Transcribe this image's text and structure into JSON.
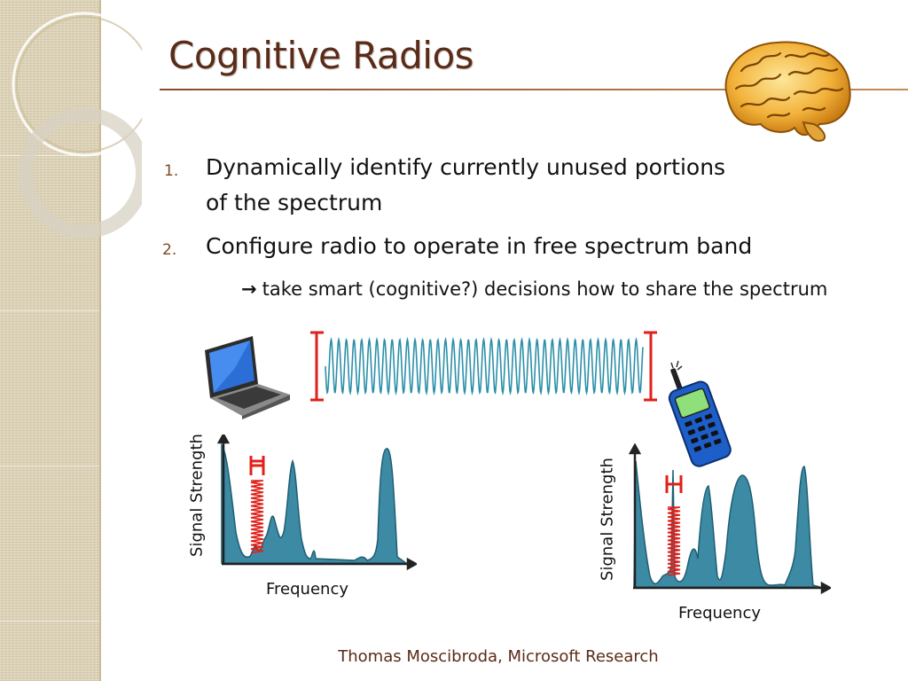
{
  "title": "Cognitive Radios",
  "items": [
    {
      "number": "1.",
      "text_line1": "Dynamically identify currently unused portions",
      "text_line2": "of the spectrum"
    },
    {
      "number": "2.",
      "text_line1": "Configure radio to operate in free spectrum band"
    }
  ],
  "sub_point": {
    "arrow": "→",
    "text": "take smart (cognitive?) decisions how to share the spectrum"
  },
  "left_plot": {
    "ylabel": "Signal Strength",
    "xlabel": "Frequency"
  },
  "right_plot": {
    "ylabel": "Signal Strength",
    "xlabel": "Frequency"
  },
  "footer": "Thomas Moscibroda, Microsoft Research",
  "colors": {
    "title": "#5b2b17",
    "signal_fill": "#3c8aa3",
    "marker_red": "#e0201a",
    "wave": "#2b8fa8"
  },
  "icons": [
    "brain-icon",
    "laptop-icon",
    "mobile-phone-icon"
  ]
}
